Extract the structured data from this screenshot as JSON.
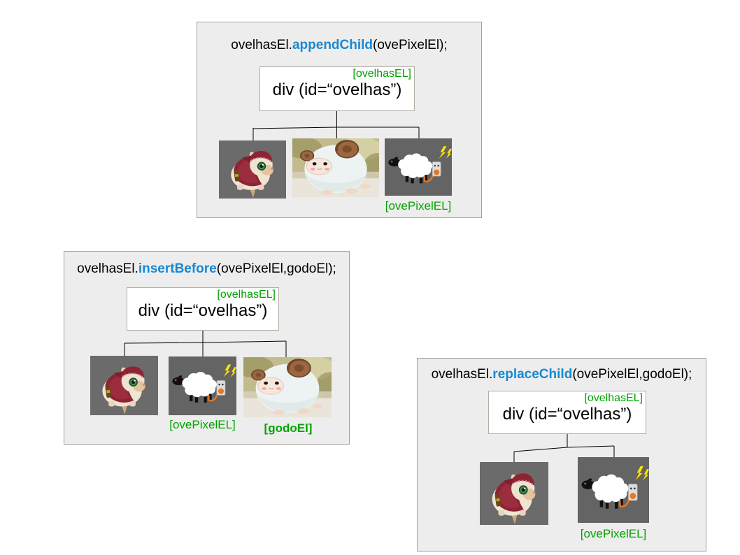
{
  "colors": {
    "panel_background": "#ededed",
    "panel_border": "#a6a09a",
    "box_border": "#b3ada3",
    "method_blue": "#1789d4",
    "label_green": "#00a400",
    "image_gray_background": "#666666",
    "text": "#000000"
  },
  "panels": [
    {
      "name": "appendChild",
      "code": {
        "object": "ovelhasEl.",
        "method": "appendChild",
        "args": "(ovePixelEl);"
      },
      "box": {
        "tag": "[ovelhasEL]",
        "text": "div (id=“ovelhas”)"
      },
      "children": [
        {
          "image": "hamster-sheep-photo",
          "label": ""
        },
        {
          "image": "plush-sheep-photo",
          "label": ""
        },
        {
          "image": "pixel-sheep-drawing",
          "label": "[ovePixelEL]"
        }
      ]
    },
    {
      "name": "insertBefore",
      "code": {
        "object": "ovelhasEl.",
        "method": "insertBefore",
        "args": "(ovePixelEl,godoEl);"
      },
      "box": {
        "tag": "[ovelhasEL]",
        "text": "div (id=“ovelhas”)"
      },
      "children": [
        {
          "image": "hamster-sheep-photo",
          "label": ""
        },
        {
          "image": "pixel-sheep-drawing",
          "label": "[ovePixelEL]"
        },
        {
          "image": "plush-sheep-photo",
          "label": "[godoEl]"
        }
      ]
    },
    {
      "name": "replaceChild",
      "code": {
        "object": "ovelhasEl.",
        "method": "replaceChild",
        "args": "(ovePixelEl,godoEl);"
      },
      "box": {
        "tag": "[ovelhasEL]",
        "text": "div (id=“ovelhas”)"
      },
      "children": [
        {
          "image": "hamster-sheep-photo",
          "label": ""
        },
        {
          "image": "pixel-sheep-drawing",
          "label": "[ovePixelEL]"
        }
      ]
    }
  ]
}
